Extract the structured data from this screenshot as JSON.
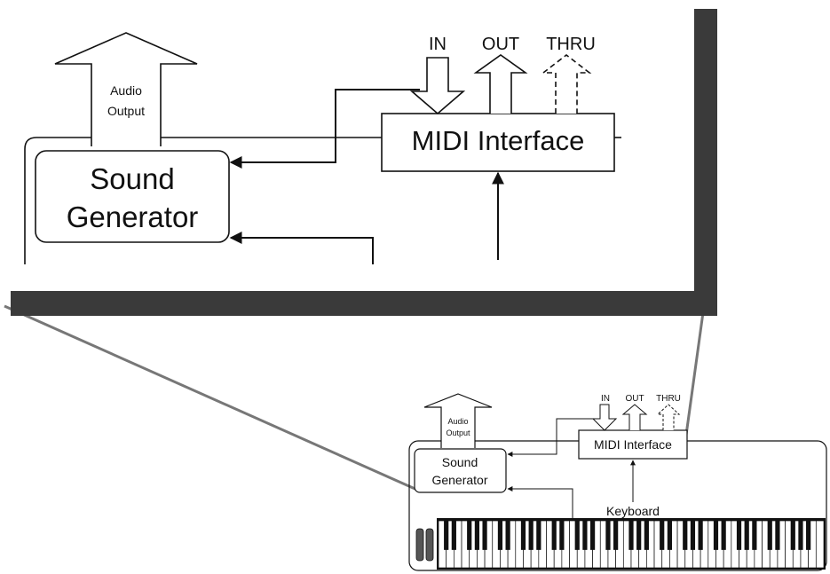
{
  "colors": {
    "line": "#111111",
    "shadow": "#3a3a3a",
    "connector": "#777777",
    "background": "#ffffff"
  },
  "zoomed": {
    "ports": {
      "in": "IN",
      "out": "OUT",
      "thru": "THRU"
    },
    "midi_interface": "MIDI Interface",
    "audio_output_line1": "Audio",
    "audio_output_line2": "Output",
    "sound_generator_line1": "Sound",
    "sound_generator_line2": "Generator"
  },
  "overview": {
    "ports": {
      "in": "IN",
      "out": "OUT",
      "thru": "THRU"
    },
    "midi_interface": "MIDI Interface",
    "audio_output_line1": "Audio",
    "audio_output_line2": "Output",
    "sound_generator_line1": "Sound",
    "sound_generator_line2": "Generator",
    "keyboard_label": "Keyboard",
    "keyboard_octaves": 7,
    "icons": [
      "arrow-in-icon",
      "arrow-out-icon",
      "arrow-thru-icon",
      "audio-output-arrow-icon",
      "piano-keys-icon",
      "pitch-wheel-icon"
    ]
  }
}
